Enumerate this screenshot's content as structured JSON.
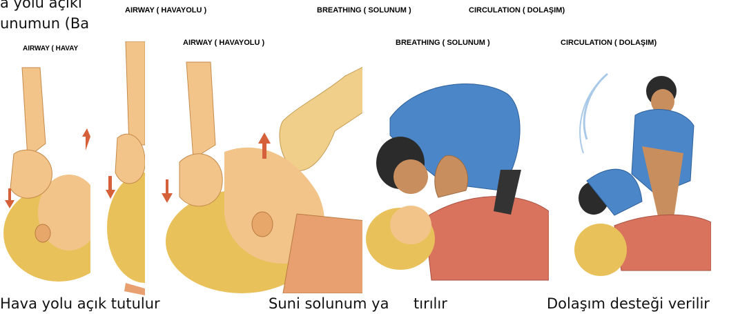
{
  "top_text": {
    "line1": "a yolu açıkl",
    "line2": "unumun (Ba"
  },
  "top_labels": {
    "airway": "AIRWAY ( HAVAYOLU )",
    "breathing": "BREATHING ( SOLUNUM )",
    "circulation": "CIRCULATION ( DOLAŞIM)"
  },
  "panel1": {
    "label": "AIRWAY ( HAVAY"
  },
  "main_labels": {
    "airway": "AIRWAY ( HAVAYOLU )",
    "breathing": "BREATHING ( SOLUNUM )",
    "circulation": "CIRCULATION ( DOLAŞIM)"
  },
  "captions": {
    "airway": "Hava yolu açık tutulur",
    "breathing_part1": "Suni solunum ya",
    "breathing_part2": "tırılır",
    "circulation": "Dolaşım desteği verilir"
  },
  "colors": {
    "skin": "#f2c48a",
    "hair": "#e9c15a",
    "shirt_red": "#d9735e",
    "shirt_blue": "#4a86c8",
    "arrow": "#d6603a"
  }
}
